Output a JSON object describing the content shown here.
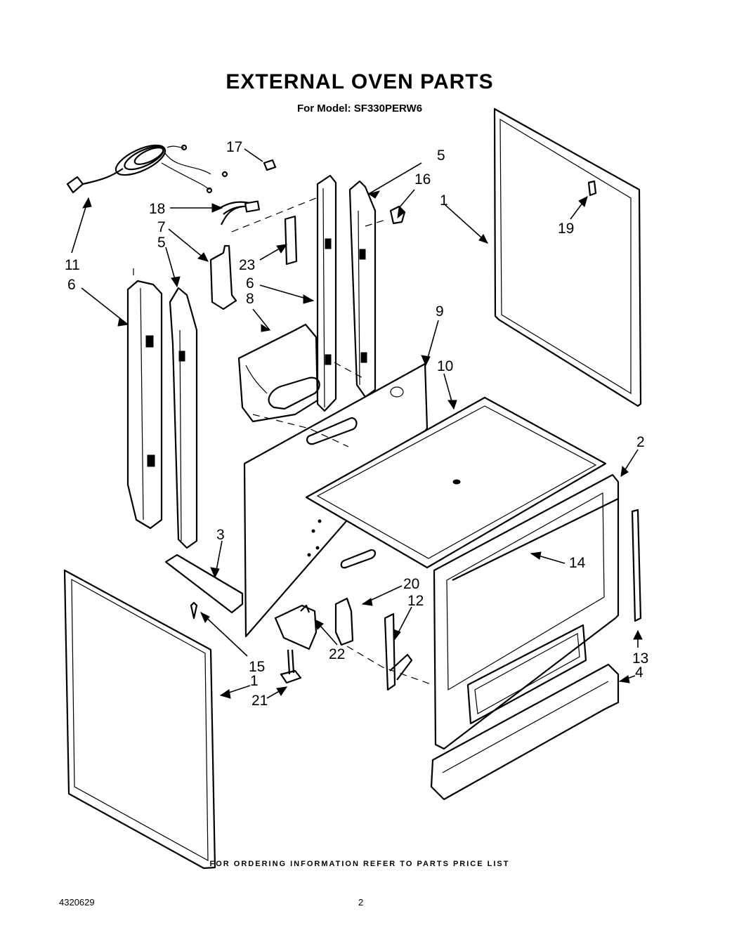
{
  "title": "EXTERNAL OVEN PARTS",
  "subtitle": "For Model: SF330PERW6",
  "footer": "FOR ORDERING INFORMATION REFER TO PARTS PRICE LIST",
  "doc_number": "4320629",
  "page_number": "2",
  "callouts": [
    {
      "id": "c17",
      "label": "17"
    },
    {
      "id": "c5a",
      "label": "5"
    },
    {
      "id": "c16",
      "label": "16"
    },
    {
      "id": "c1a",
      "label": "1"
    },
    {
      "id": "c18",
      "label": "18"
    },
    {
      "id": "c7",
      "label": "7"
    },
    {
      "id": "c5b",
      "label": "5"
    },
    {
      "id": "c19",
      "label": "19"
    },
    {
      "id": "c11",
      "label": "11"
    },
    {
      "id": "c23",
      "label": "23"
    },
    {
      "id": "c6a",
      "label": "6"
    },
    {
      "id": "c6b",
      "label": "6"
    },
    {
      "id": "c8",
      "label": "8"
    },
    {
      "id": "c9",
      "label": "9"
    },
    {
      "id": "c10",
      "label": "10"
    },
    {
      "id": "c2",
      "label": "2"
    },
    {
      "id": "c3",
      "label": "3"
    },
    {
      "id": "c14",
      "label": "14"
    },
    {
      "id": "c20",
      "label": "20"
    },
    {
      "id": "c12",
      "label": "12"
    },
    {
      "id": "c22",
      "label": "22"
    },
    {
      "id": "c15",
      "label": "15"
    },
    {
      "id": "c13",
      "label": "13"
    },
    {
      "id": "c1b",
      "label": "1"
    },
    {
      "id": "c4",
      "label": "4"
    },
    {
      "id": "c21",
      "label": "21"
    }
  ]
}
